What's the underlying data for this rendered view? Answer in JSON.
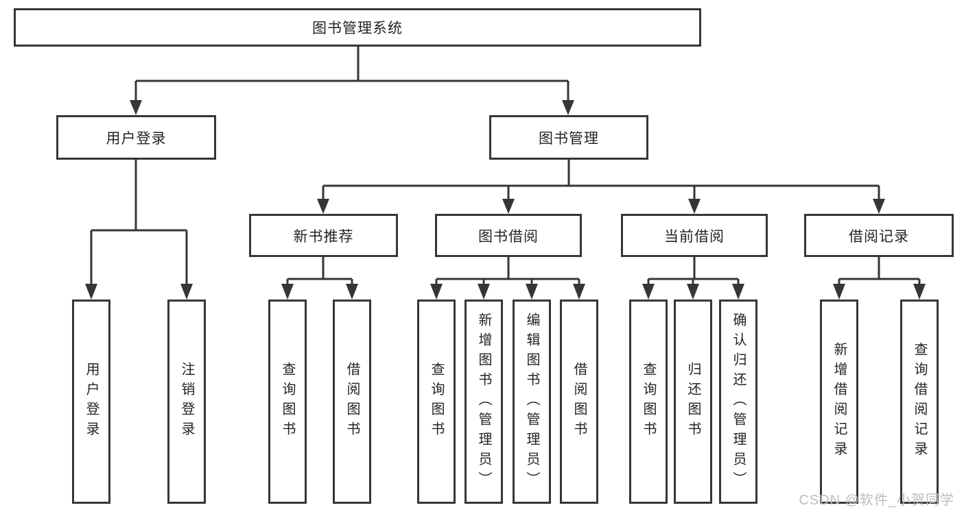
{
  "tree": {
    "label": "图书管理系统",
    "children": [
      {
        "label": "用户登录",
        "children": [
          {
            "label": "用户登录"
          },
          {
            "label": "注销登录"
          }
        ]
      },
      {
        "label": "图书管理",
        "children": [
          {
            "label": "新书推荐",
            "children": [
              {
                "label": "查询图书"
              },
              {
                "label": "借阅图书"
              }
            ]
          },
          {
            "label": "图书借阅",
            "children": [
              {
                "label": "查询图书"
              },
              {
                "label": "新增图书（管理员）"
              },
              {
                "label": "编辑图书（管理员）"
              },
              {
                "label": "借阅图书"
              }
            ]
          },
          {
            "label": "当前借阅",
            "children": [
              {
                "label": "查询图书"
              },
              {
                "label": "归还图书"
              },
              {
                "label": "确认归还（管理员）"
              }
            ]
          },
          {
            "label": "借阅记录",
            "children": [
              {
                "label": "新增借阅记录"
              },
              {
                "label": "查询借阅记录"
              }
            ]
          }
        ]
      }
    ]
  },
  "watermark": "CSDN @软件_小贺同学",
  "colors": {
    "line": "#363636",
    "text": "#242424",
    "watermark": "#bdbdbd",
    "background": "#ffffff"
  }
}
